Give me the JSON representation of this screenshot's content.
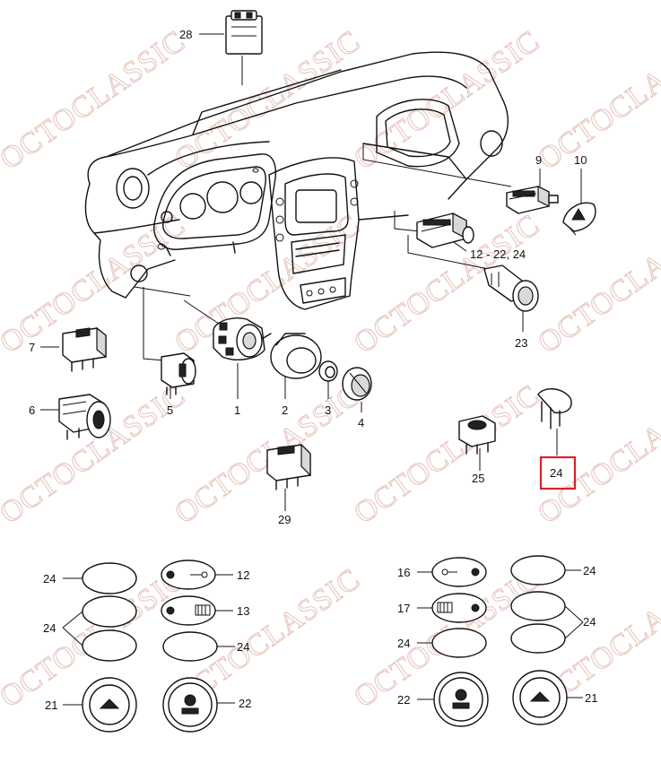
{
  "watermark": {
    "text": "OCTOCLASSIC",
    "color": "#e7c9c0"
  },
  "highlight_color": "#d8222a",
  "labels": {
    "n28": "28",
    "n9": "9",
    "n10": "10",
    "n12_22_24": "12 - 22, 24",
    "n23": "23",
    "n7": "7",
    "n6": "6",
    "n5": "5",
    "n1": "1",
    "n2": "2",
    "n3": "3",
    "n4": "4",
    "n25": "25",
    "n24": "24",
    "n29": "29"
  },
  "legend_left": {
    "a24": "24",
    "a12": "12",
    "b24": "24",
    "b13": "13",
    "c24": "24",
    "d21": "21",
    "d22": "22"
  },
  "legend_right": {
    "a16": "16",
    "a24": "24",
    "b17": "17",
    "b24": "24",
    "c24": "24",
    "d22": "22",
    "d21": "21"
  }
}
